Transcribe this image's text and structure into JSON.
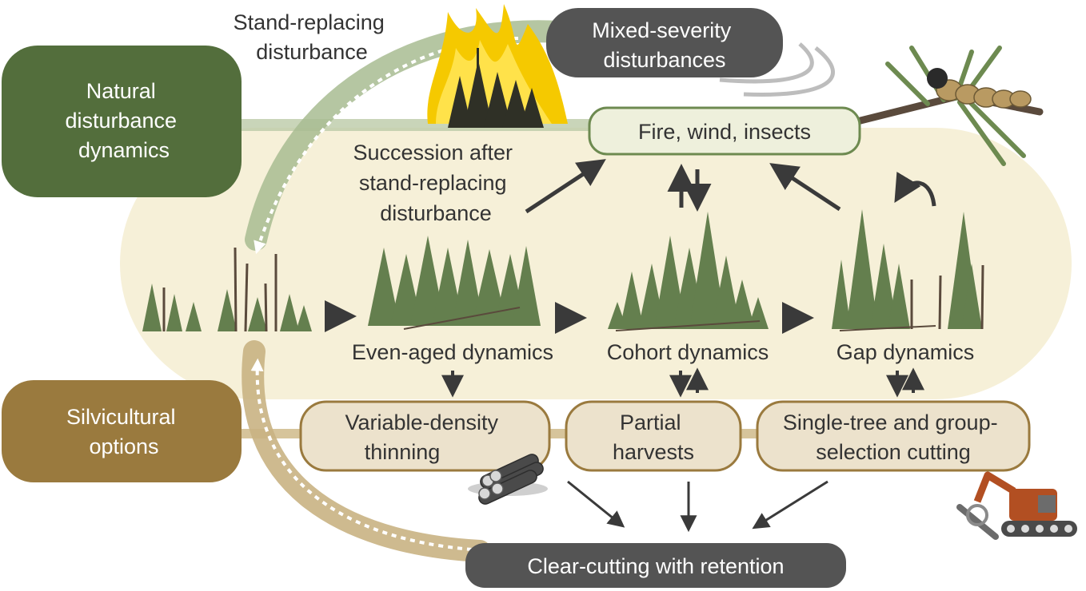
{
  "natural": {
    "title_lines": [
      "Natural",
      "disturbance",
      "dynamics"
    ],
    "stand_replacing_lines": [
      "Stand-replacing",
      "disturbance"
    ],
    "mixed_severity_lines": [
      "Mixed-severity",
      "disturbances"
    ],
    "agents": "Fire, wind, insects",
    "succession_lines": [
      "Succession after",
      "stand-replacing",
      "disturbance"
    ]
  },
  "dynamics": {
    "even_aged": "Even-aged dynamics",
    "cohort": "Cohort dynamics",
    "gap": "Gap dynamics"
  },
  "silvicultural": {
    "title_lines": [
      "Silvicultural",
      "options"
    ],
    "thinning_lines": [
      "Variable-density",
      "thinning"
    ],
    "partial_lines": [
      "Partial",
      "harvests"
    ],
    "selection_lines": [
      "Single-tree and group-",
      "selection cutting"
    ],
    "clearcut": "Clear-cutting with retention"
  },
  "colors": {
    "natural_green": "#536e3c",
    "silvi_brown": "#9a7a3e",
    "background_cream": "#f6f0d8",
    "box_green_fill": "#eef0dc",
    "box_tan_fill": "#ece2cc",
    "dark_box": "#545454",
    "tree_green": "#647f4e",
    "arrow_dark": "#3a3a3a",
    "flame": "#f5c900"
  }
}
